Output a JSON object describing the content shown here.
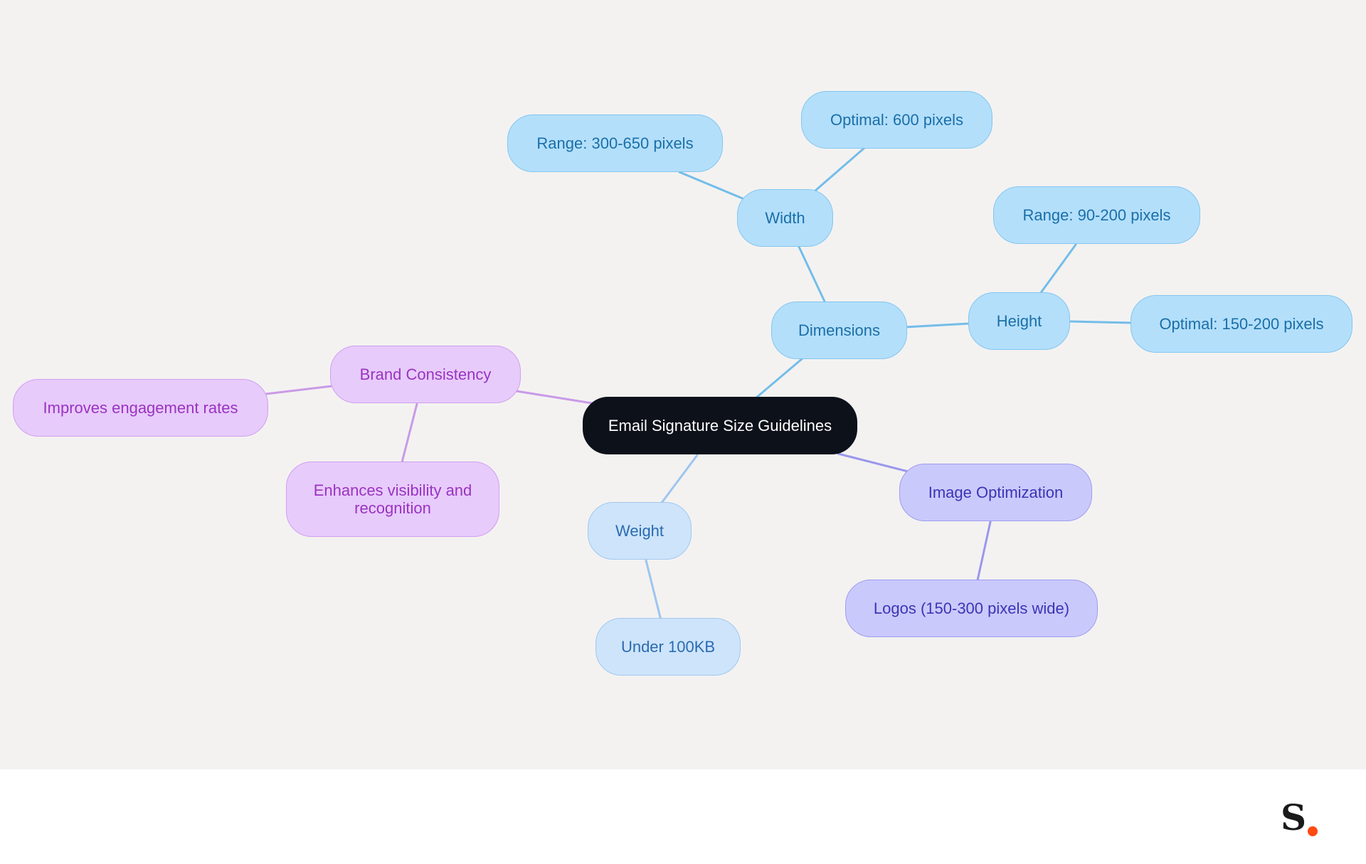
{
  "diagram": {
    "root": "Email Signature Size Guidelines",
    "branches": {
      "dimensions": "Dimensions",
      "width": "Width",
      "width_range": "Range: 300-650 pixels",
      "width_optimal": "Optimal: 600 pixels",
      "height": "Height",
      "height_range": "Range: 90-200 pixels",
      "height_optimal": "Optimal: 150-200 pixels",
      "brand": "Brand Consistency",
      "brand_engagement": "Improves engagement rates",
      "brand_visibility_line1": "Enhances visibility and",
      "brand_visibility_line2": "recognition",
      "weight": "Weight",
      "weight_limit": "Under 100KB",
      "image": "Image Optimization",
      "image_logos": "Logos (150-300 pixels wide)"
    }
  },
  "colors": {
    "root": "#0c111a",
    "dimensions_branch": "#b3dffb",
    "weight_branch": "#cde4fb",
    "brand_branch": "#e7cbfb",
    "image_branch": "#cac9fc",
    "canvas_background": "#f3f2f1",
    "logo_dot": "#ff4a12"
  },
  "footer": {
    "logo_icon": "s-dot-logo-icon"
  }
}
